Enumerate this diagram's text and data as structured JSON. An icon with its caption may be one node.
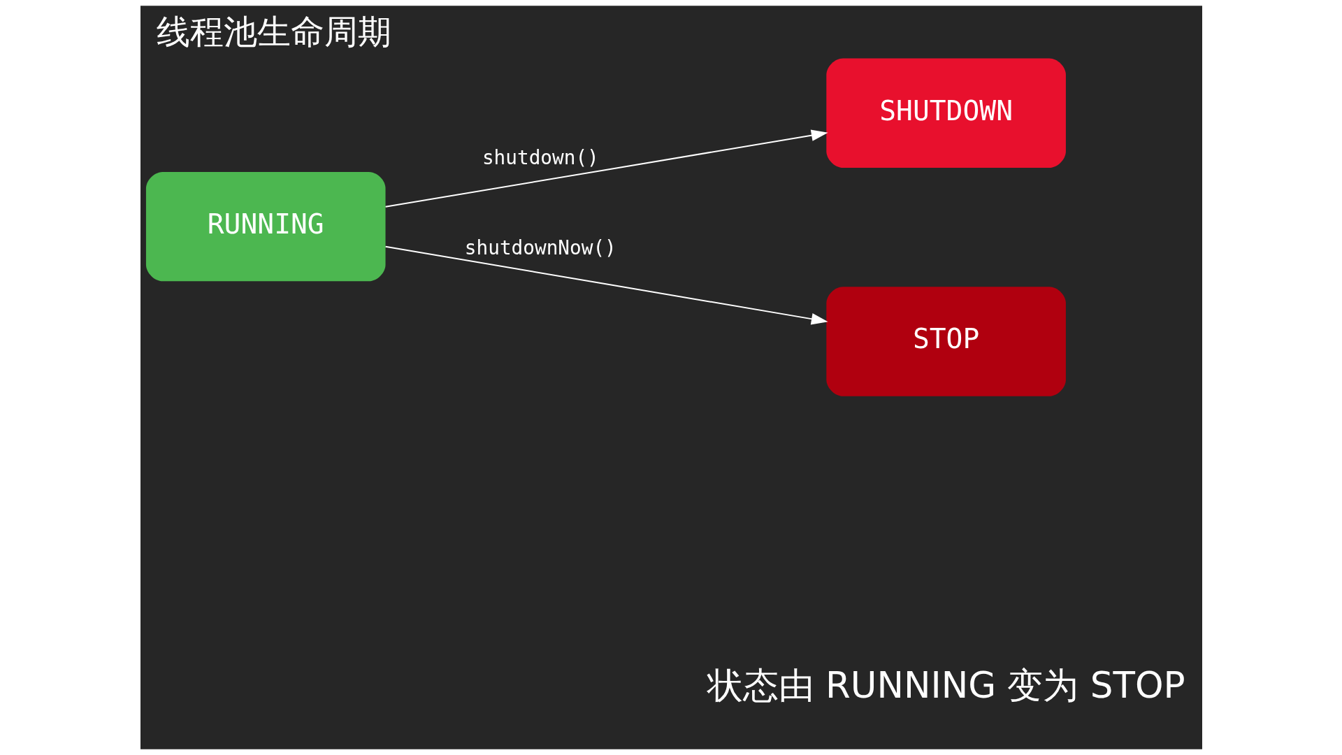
{
  "diagram": {
    "title": "线程池生命周期",
    "caption": "状态由 RUNNING 变为 STOP",
    "nodes": [
      {
        "text": [
          "SHUTDOWN"
        ]
      },
      {
        "text": [
          "RUNNING"
        ]
      },
      {
        "text": [
          "STOP"
        ]
      }
    ],
    "edges": [
      {
        "from": 1,
        "to": 0,
        "arrow": "to",
        "label": "shutdown()"
      },
      {
        "from": 1,
        "to": 2,
        "arrow": "to",
        "label": "shutdownNow()"
      }
    ]
  }
}
